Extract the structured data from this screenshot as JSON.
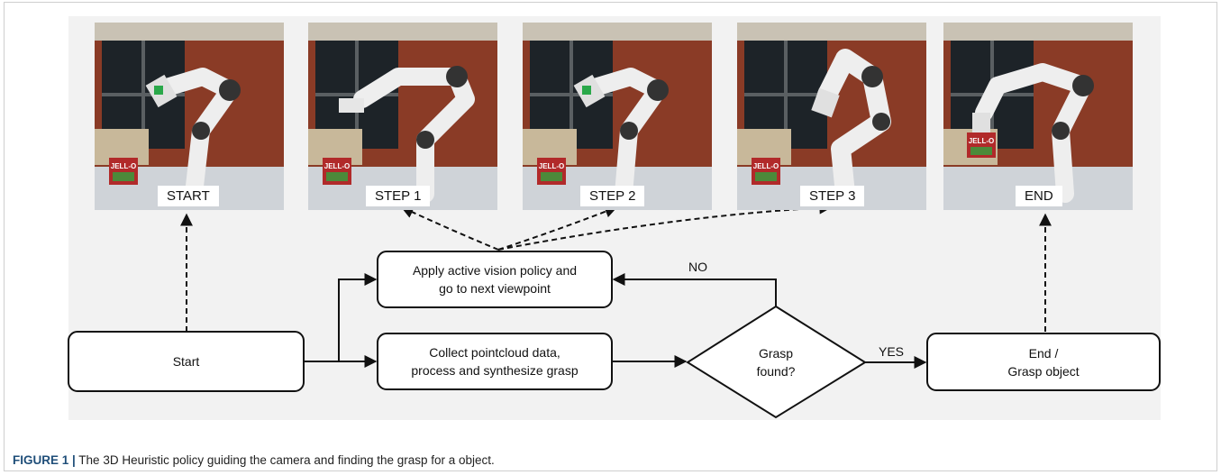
{
  "photos": [
    {
      "label": "START",
      "logo": "JELL-O"
    },
    {
      "label": "STEP 1",
      "logo": "JELL-O"
    },
    {
      "label": "STEP 2",
      "logo": "JELL-O"
    },
    {
      "label": "STEP 3",
      "logo": "JELL-O"
    },
    {
      "label": "END",
      "logo": "JELL-O"
    }
  ],
  "nodes": {
    "start": "Start",
    "apply_line1": "Apply active vision policy and",
    "apply_line2": "go to next viewpoint",
    "collect_line1": "Collect pointcloud data,",
    "collect_line2": "process and synthesize grasp",
    "decision_line1": "Grasp",
    "decision_line2": "found?",
    "end_line1": "End /",
    "end_line2": "Grasp object"
  },
  "edge_labels": {
    "no": "NO",
    "yes": "YES"
  },
  "caption": {
    "number": "FIGURE 1 |",
    "text": " The 3D Heuristic policy guiding the camera and finding the grasp for a object."
  },
  "colors": {
    "diagram_bg": "#f2f2f2",
    "stroke": "#111111",
    "caption_number": "#1f4e79",
    "brick": "#8a3b26",
    "window": "#1d2328",
    "robot": "#eeeeee"
  }
}
